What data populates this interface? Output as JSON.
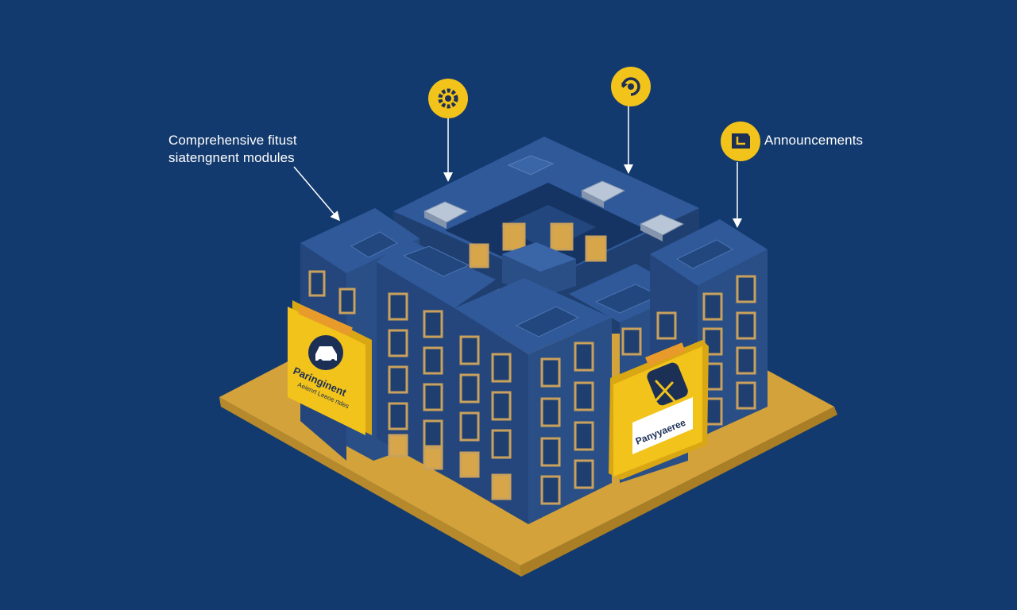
{
  "labels": {
    "modules_line1": "Comprehensive fitust",
    "modules_line2": "siatengnent modules",
    "announcements": "Announcements"
  },
  "cards": {
    "left_title": "Paringinent",
    "left_subtitle": "Aeienrt Leeoe rtdes",
    "right_title": "Panyyaeree"
  },
  "callout_icons": [
    "gear-icon",
    "refresh-icon",
    "chat-icon"
  ],
  "card_icons": [
    "car-icon",
    "tools-icon"
  ],
  "colors": {
    "background": "#133a6e",
    "building": "#2a4f86",
    "building_dark": "#1f3f70",
    "roof": "#30599a",
    "accent_yellow": "#f2c31b",
    "base_plate": "#d3a23a",
    "window_frame": "#c9a15c"
  }
}
